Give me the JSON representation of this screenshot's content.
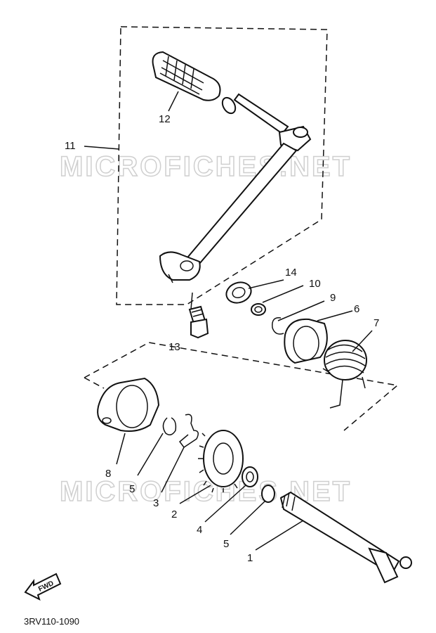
{
  "watermark": "MICROFICHES.NET",
  "document_code": "3RV110-1090",
  "fwd_label": "FWD",
  "callouts": {
    "c1": "1",
    "c2": "2",
    "c3": "3",
    "c4": "4",
    "c5a": "5",
    "c5b": "5",
    "c6": "6",
    "c7": "7",
    "c8": "8",
    "c9": "9",
    "c10": "10",
    "c11": "11",
    "c12": "12",
    "c13": "13",
    "c14": "14"
  }
}
